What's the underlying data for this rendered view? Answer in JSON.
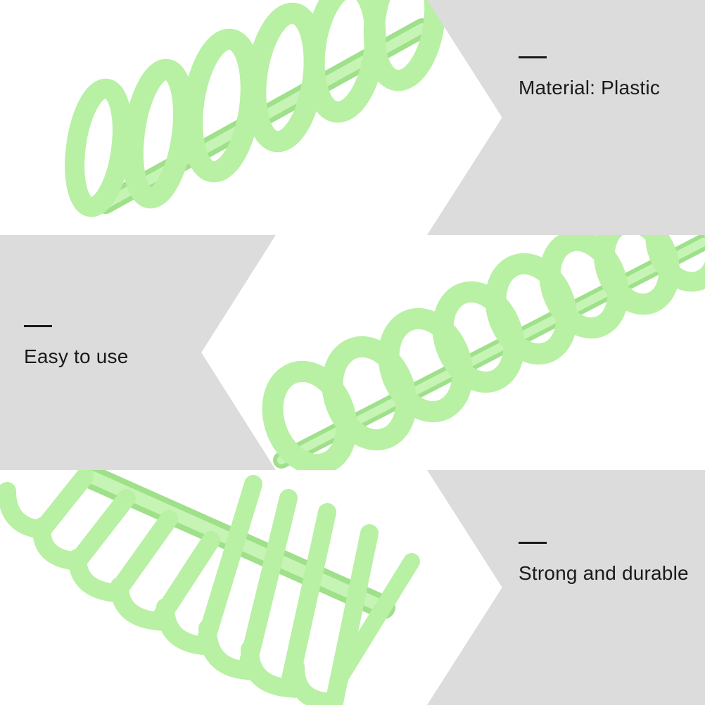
{
  "colors": {
    "panel_gray": "#dcdcdc",
    "binding_green": "#b8f0a4",
    "binding_green_dark": "#9fe08a",
    "background": "#ffffff",
    "text": "#1a1a1a"
  },
  "features": [
    {
      "label": "Material: Plastic"
    },
    {
      "label": "Easy to use"
    },
    {
      "label": "Strong and durable"
    }
  ]
}
